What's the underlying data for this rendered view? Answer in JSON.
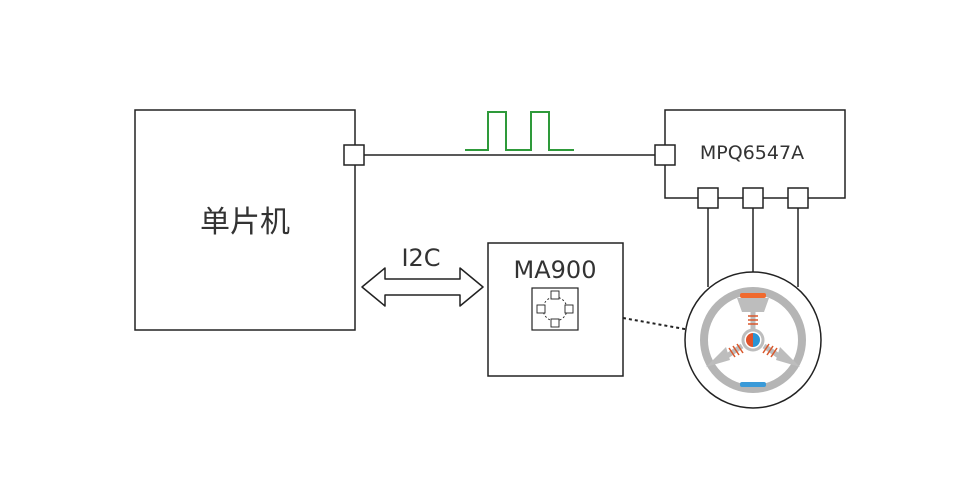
{
  "mcu": {
    "label": "单片机"
  },
  "driver": {
    "label": "MPQ6547A"
  },
  "sensor": {
    "label": "MA900"
  },
  "bus": {
    "label": "I2C"
  },
  "colors": {
    "line": "#222222",
    "pwm": "#2e9a3a",
    "motor_ring": "#b5b5b5",
    "coil": "#d9572b",
    "magnet_n": "#e0532b",
    "magnet_s": "#2a95d6",
    "pole_top": "#f06a2e",
    "pole_bottom": "#3a9ad8"
  }
}
